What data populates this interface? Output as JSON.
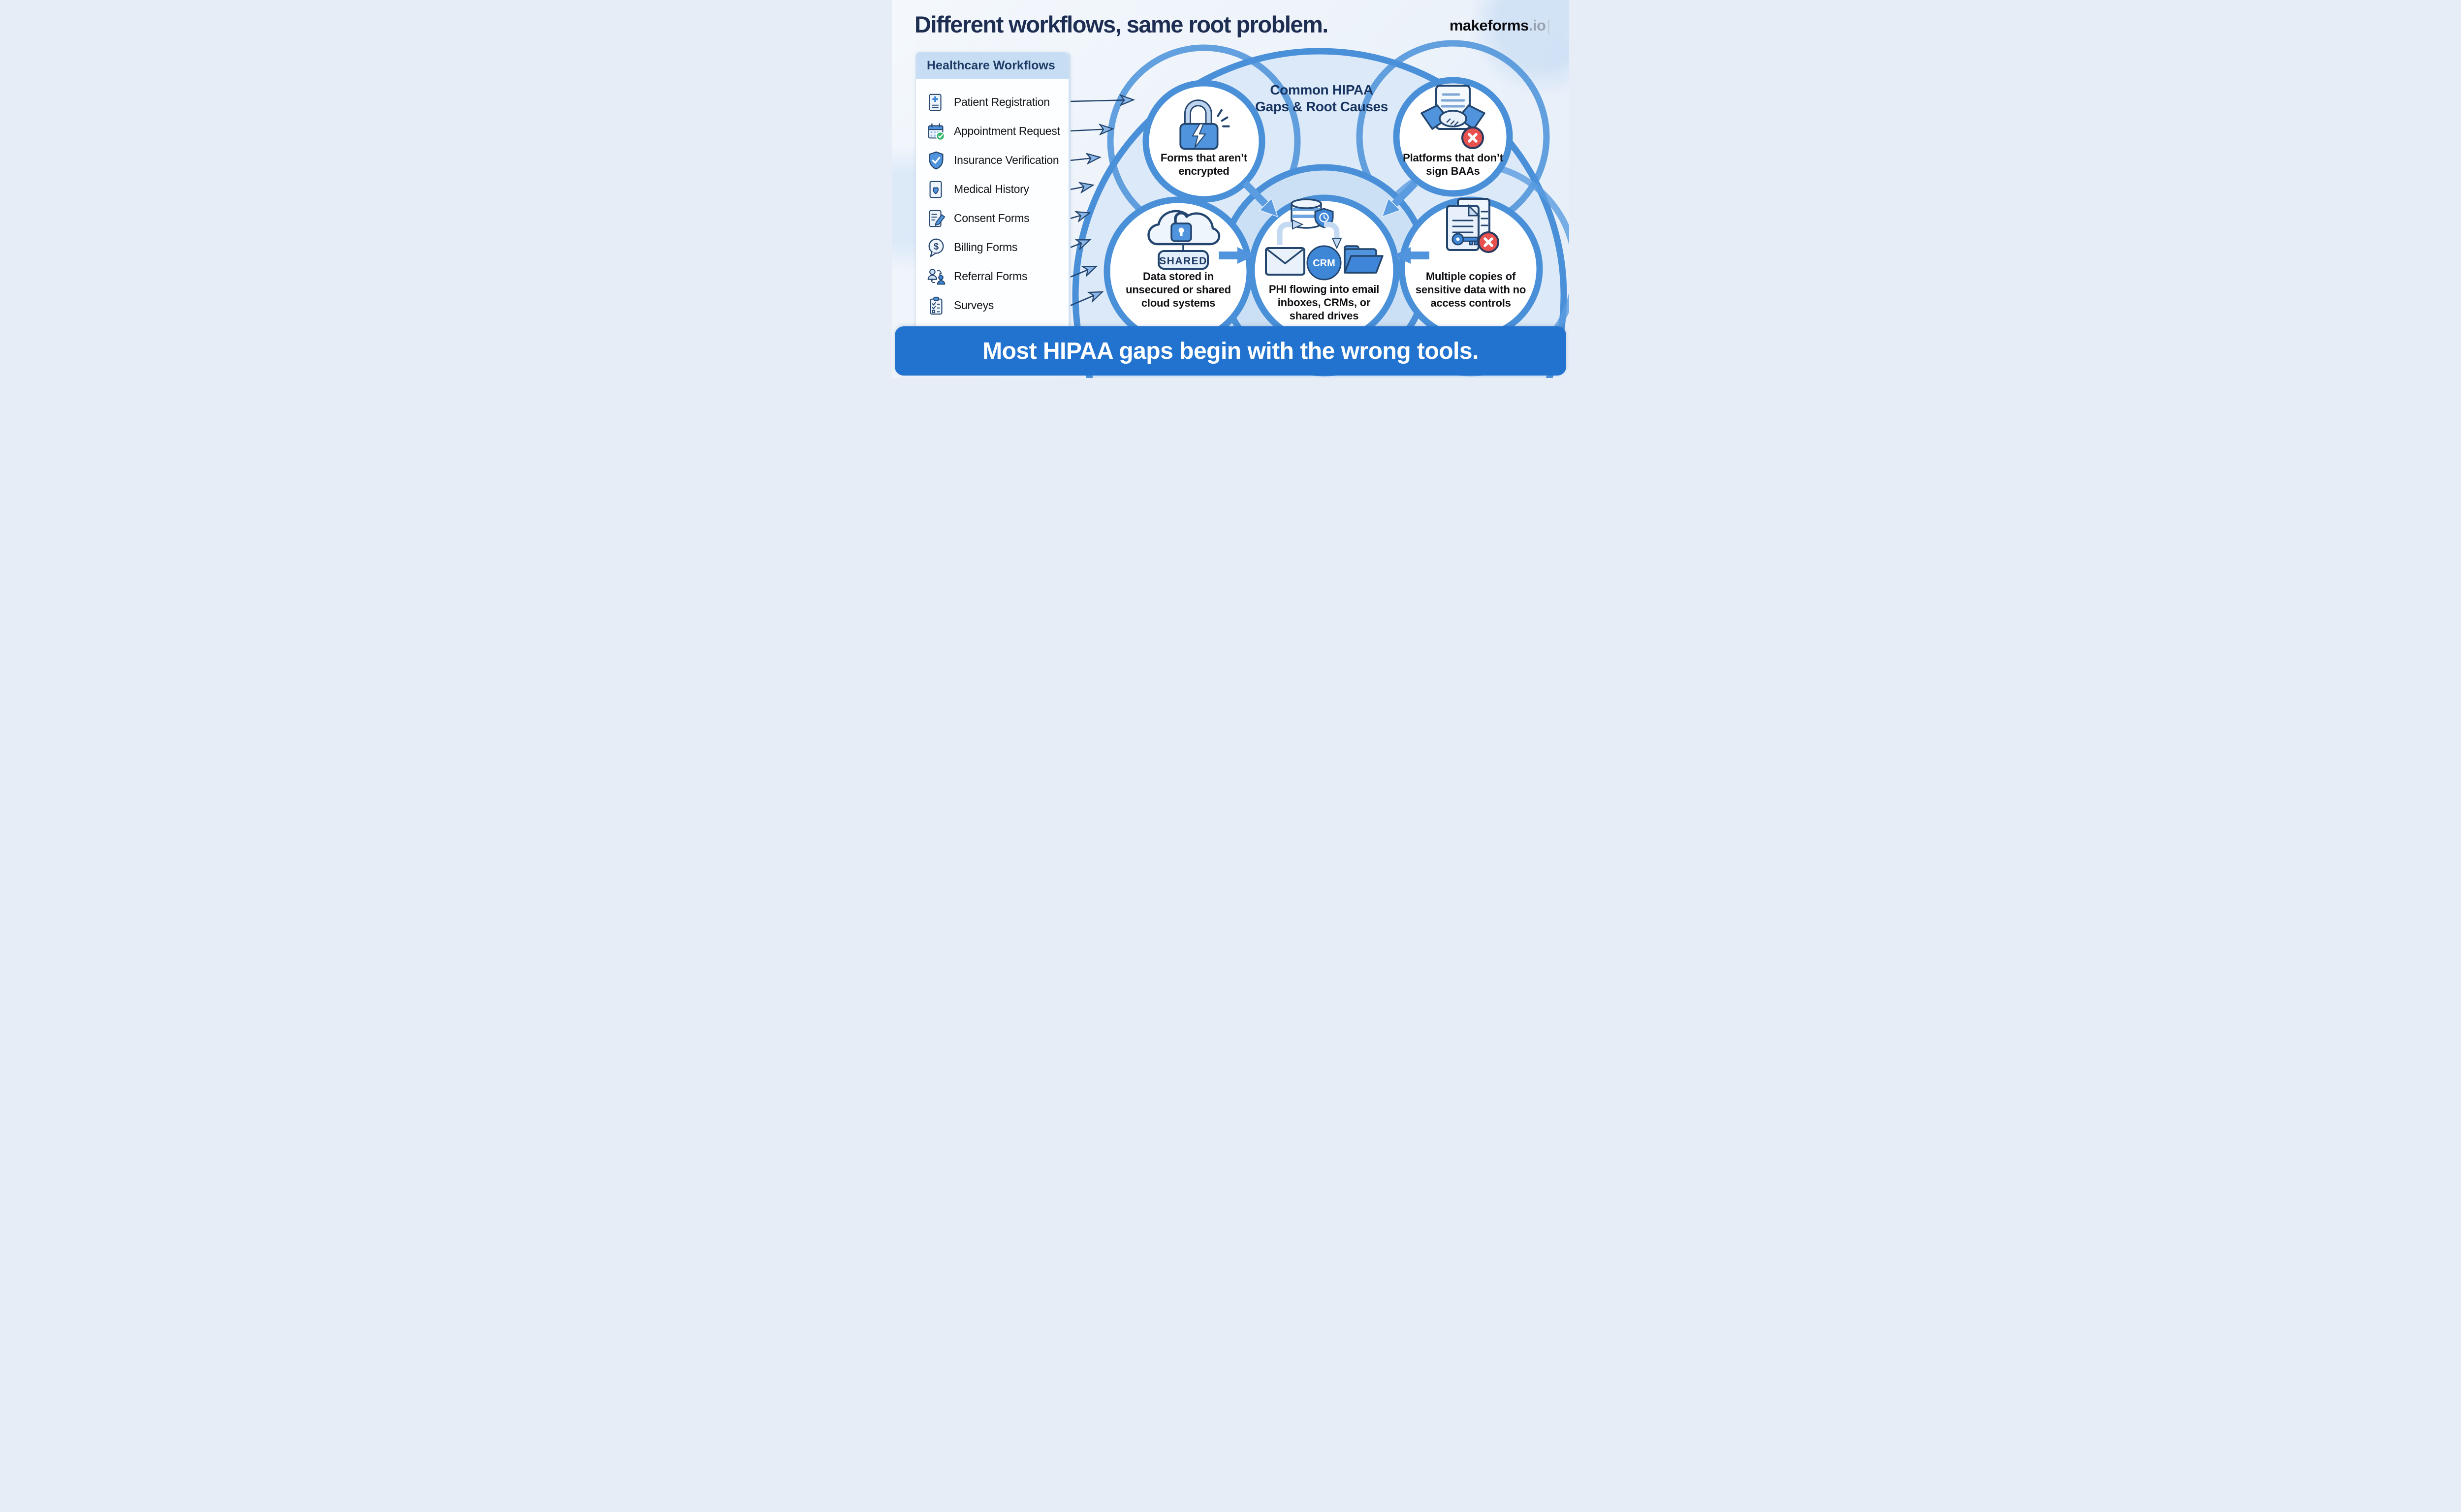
{
  "header": {
    "title": "Different workflows, same root problem."
  },
  "logo": {
    "name": "makeforms",
    "tld": ".io",
    "bar": "|"
  },
  "sidebar": {
    "title": "Healthcare Workflows",
    "items": [
      {
        "label": "Patient Registration",
        "icon": "patient-registration-icon"
      },
      {
        "label": "Appointment Request",
        "icon": "appointment-request-icon"
      },
      {
        "label": "Insurance Verification",
        "icon": "insurance-verification-icon"
      },
      {
        "label": "Medical History",
        "icon": "medical-history-icon"
      },
      {
        "label": "Consent Forms",
        "icon": "consent-forms-icon"
      },
      {
        "label": "Billing Forms",
        "icon": "billing-forms-icon"
      },
      {
        "label": "Referral Forms",
        "icon": "referral-forms-icon"
      },
      {
        "label": "Surveys",
        "icon": "surveys-icon"
      }
    ]
  },
  "cluster": {
    "title": "Common HIPAA Gaps & Root Causes",
    "nodes": [
      {
        "label": "Forms that aren’t encrypted",
        "icon": "broken-lock-icon"
      },
      {
        "label": "Platforms that don’t sign BAAs",
        "icon": "handshake-x-icon"
      },
      {
        "label": "Data stored in unsecured or shared cloud systems",
        "icon": "unsecured-cloud-icon",
        "tag": "SHARED"
      },
      {
        "label": "PHI flowing into email inboxes, CRMs, or shared drives",
        "icon": "phi-flow-icon",
        "tag": "CRM"
      },
      {
        "label": "Multiple copies of sensitive data with no access controls",
        "icon": "copies-no-access-icon"
      }
    ]
  },
  "banner": {
    "text": "Most HIPAA gaps begin with the wrong tools."
  },
  "colors": {
    "accent_blue": "#4f94dd",
    "ring_blue": "#4a90d9",
    "light_blob": "#dbe9f8",
    "inner_blob": "#cbe0f5",
    "banner_blue": "#2173cf",
    "navy_text": "#1d2e52",
    "red_badge": "#e8514f",
    "green_check": "#37b56d"
  }
}
